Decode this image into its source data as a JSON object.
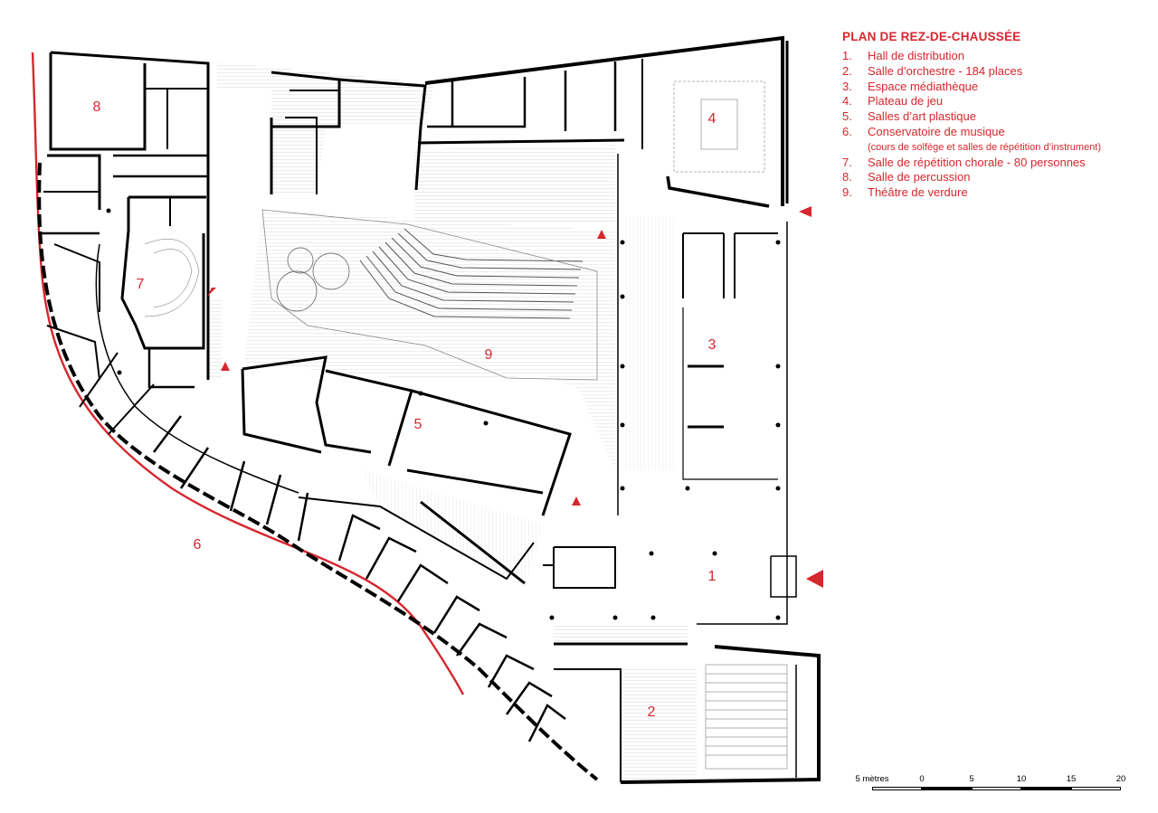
{
  "legend": {
    "title": "PLAN DE REZ-DE-CHAUSSÉE",
    "items": [
      {
        "num": "1.",
        "label": "Hall de distribution"
      },
      {
        "num": "2.",
        "label": "Salle d’orchestre - 184 places"
      },
      {
        "num": "3.",
        "label": "Espace médiathèque"
      },
      {
        "num": "4.",
        "label": "Plateau de jeu"
      },
      {
        "num": "5.",
        "label": "Salles d’art plastique"
      },
      {
        "num": "6.",
        "label": "Conservatoire de musique"
      },
      {
        "num": "",
        "label": "(cours de solfège et salles de répétition d’instrument)"
      },
      {
        "num": "7.",
        "label": "Salle de répétition chorale - 80 personnes"
      },
      {
        "num": "8.",
        "label": "Salle de percussion"
      },
      {
        "num": "9.",
        "label": "Théâtre de verdure"
      }
    ]
  },
  "rooms": [
    "1",
    "2",
    "3",
    "4",
    "5",
    "6",
    "7",
    "8",
    "9"
  ],
  "scale": {
    "unit_label": "5 mètres",
    "ticks": [
      "0",
      "5",
      "10",
      "15",
      "20"
    ]
  },
  "colors": {
    "accent": "#d7262d",
    "walls": "#000000",
    "hatch": "#bdbdbd"
  }
}
